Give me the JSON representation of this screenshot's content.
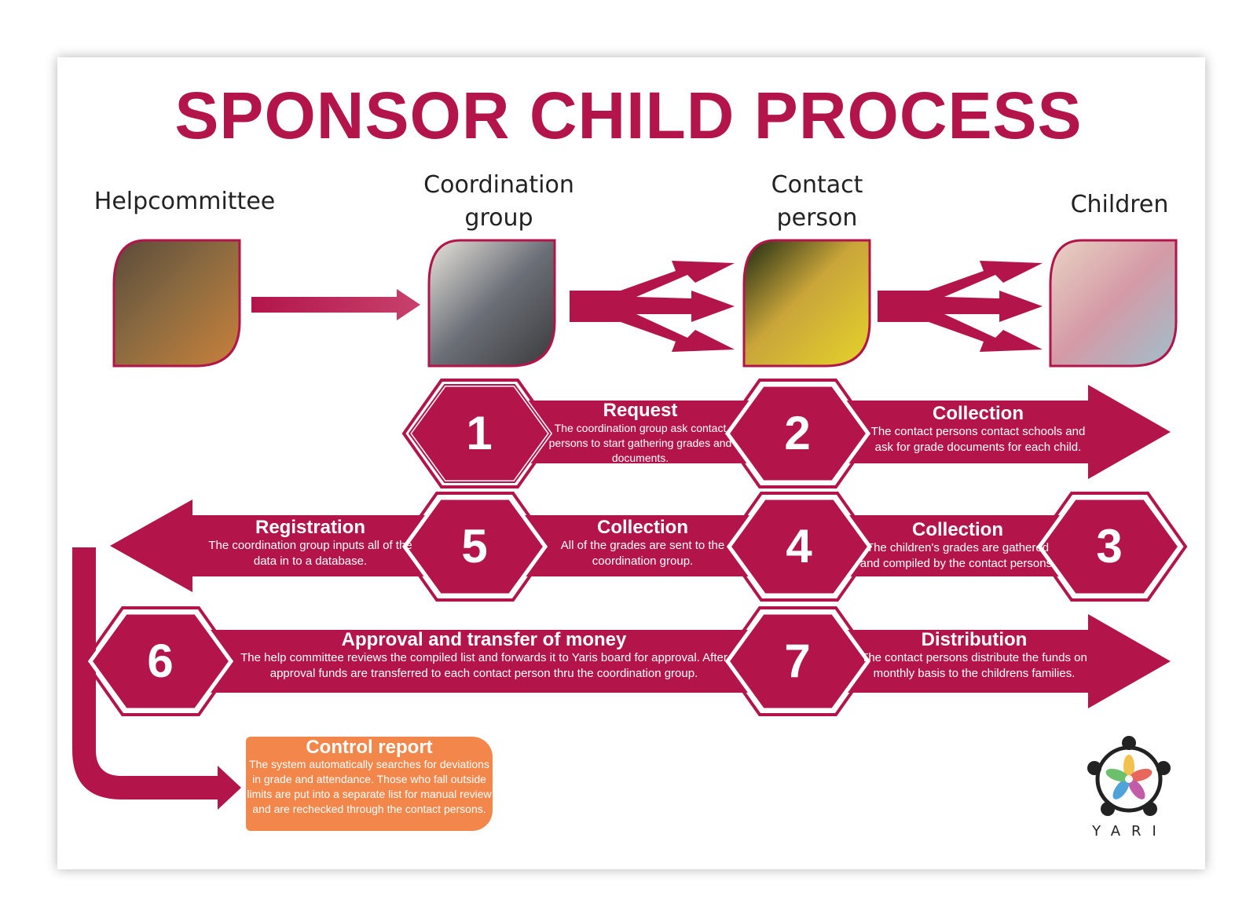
{
  "title": "SPONSOR CHILD PROCESS",
  "actors": [
    {
      "label": "Helpcommittee",
      "photo": "meeting-photo"
    },
    {
      "label": "Coordination\ngroup",
      "photo": "group-photo"
    },
    {
      "label": "Contact\nperson",
      "photo": "woman-waving-photo"
    },
    {
      "label": "Children",
      "photo": "children-photo"
    }
  ],
  "steps": [
    {
      "number": "1",
      "title": "Request",
      "description": "The coordination group ask contact persons to start gathering grades and documents."
    },
    {
      "number": "2",
      "title": "Collection",
      "description": "The contact persons contact schools and ask for grade documents for each child."
    },
    {
      "number": "3",
      "title": "Collection",
      "description": "The children's grades are gathered and compiled by the contact persons."
    },
    {
      "number": "4",
      "title": "Collection",
      "description": "All of the grades are sent to the coordination group."
    },
    {
      "number": "5",
      "title": "Registration",
      "description": "The coordination group inputs all of the data in to a database."
    },
    {
      "number": "6",
      "title": "Approval and transfer of money",
      "description": "The help committee reviews the compiled list and forwards it to Yaris board for approval. After approval funds are transferred to each contact person thru the coordination group."
    },
    {
      "number": "7",
      "title": "Distribution",
      "description": "The contact persons distribute the funds on monthly basis to the childrens families."
    }
  ],
  "control_report": {
    "title": "Control report",
    "description": "The system automatically searches for deviations in grade and attendance. Those who fall outside limits are put into a separate list for manual review and are rechecked through the contact persons."
  },
  "logo": {
    "text": "YARI"
  },
  "colors": {
    "accent": "#b3154a",
    "control": "#f3874b",
    "hex_border": "#ffffff"
  }
}
